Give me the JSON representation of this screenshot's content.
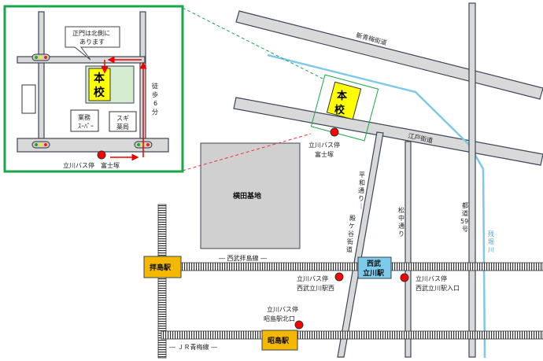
{
  "inset": {
    "callout": [
      "正門は北側に",
      "あります"
    ],
    "school": [
      "本",
      "校"
    ],
    "walk": [
      "徒",
      "歩",
      "6",
      "分"
    ],
    "store1": [
      "業務",
      "ｽｰﾊﾟｰ"
    ],
    "store2": [
      "スギ",
      "薬局"
    ],
    "bus_stop": "立川バス停　富士塚"
  },
  "main": {
    "roads": {
      "shin_ome": "新青梅街道",
      "edo": "江戸街道",
      "heiwa": [
        "平",
        "和",
        "通",
        "り",
        "｜",
        "殿",
        "ケ",
        "谷",
        "街",
        "道"
      ],
      "matsunaka": [
        "松",
        "中",
        "通",
        "り"
      ],
      "todo59": [
        "都",
        "道",
        "59",
        "号"
      ]
    },
    "river": [
      "残",
      "堀",
      "川"
    ],
    "base": "横田基地",
    "school": [
      "本",
      "校"
    ],
    "lines": {
      "seibu": "― 西武拝島線 ―",
      "jr": "― ＪＲ青梅線 ―"
    },
    "stations": {
      "haijima": "拝島駅",
      "seibu_tachikawa": [
        "西武",
        "立川駅"
      ],
      "akishima": "昭島駅"
    },
    "bus_stops": [
      {
        "line1": "立川バス停",
        "line2": "富士塚"
      },
      {
        "line1": "立川バス停",
        "line2": "西武立川駅西"
      },
      {
        "line1": "立川バス停",
        "line2": "西武立川駅入口"
      },
      {
        "line1": "立川バス停",
        "line2": "昭島駅北口"
      }
    ]
  },
  "colors": {
    "inset_border": "#1aa64a",
    "river": "#7ec8ea",
    "station_orange": "#f5b800",
    "station_blue": "#7ccbea",
    "school_yellow": "#ffff00",
    "bus_stop": "#ff0000"
  }
}
